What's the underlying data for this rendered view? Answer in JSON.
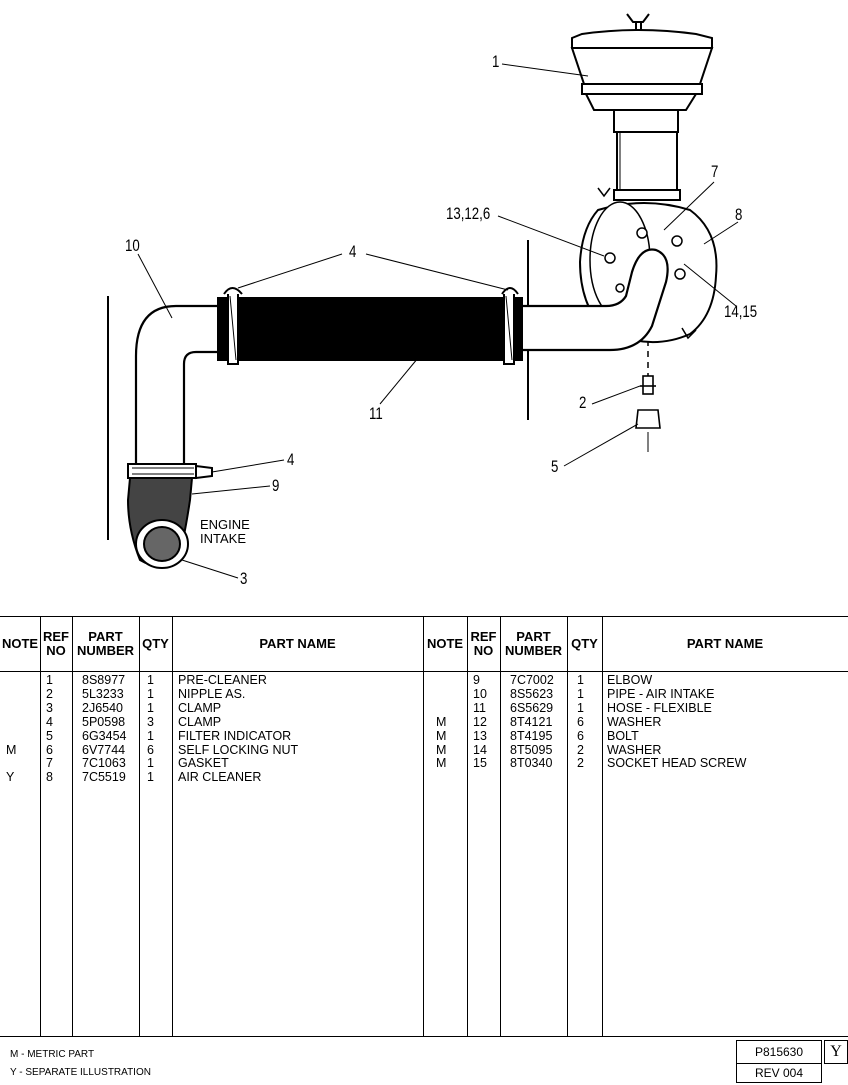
{
  "illustration": {
    "callouts": [
      "1",
      "7",
      "8",
      "13,12,6",
      "14,15",
      "10",
      "4",
      "11",
      "2",
      "5",
      "4",
      "9",
      "3"
    ],
    "engine_label": "ENGINE\nINTAKE"
  },
  "table": {
    "headers": {
      "note": "NOTE",
      "ref_no": "REF\nNO",
      "part_number": "PART\nNUMBER",
      "qty": "QTY",
      "part_name": "PART NAME"
    },
    "left": {
      "note": [
        "",
        "",
        "",
        "",
        "",
        "M",
        "",
        "Y"
      ],
      "ref": [
        "1",
        "2",
        "3",
        "4",
        "5",
        "6",
        "7",
        "8"
      ],
      "part_number": [
        "8S8977",
        "5L3233",
        "2J6540",
        "5P0598",
        "6G3454",
        "6V7744",
        "7C1063",
        "7C5519"
      ],
      "qty": [
        "1",
        "1",
        "1",
        "3",
        "1",
        "6",
        "1",
        "1"
      ],
      "name": [
        "PRE-CLEANER",
        "NIPPLE AS.",
        "CLAMP",
        "CLAMP",
        "FILTER INDICATOR",
        "SELF LOCKING NUT",
        "GASKET",
        "AIR CLEANER"
      ]
    },
    "right": {
      "note": [
        "",
        "",
        "",
        "M",
        "M",
        "M",
        "M"
      ],
      "ref": [
        "9",
        "10",
        "11",
        "12",
        "13",
        "14",
        "15"
      ],
      "part_number": [
        "7C7002",
        "8S5623",
        "6S5629",
        "8T4121",
        "8T4195",
        "8T5095",
        "8T0340"
      ],
      "qty": [
        "1",
        "1",
        "1",
        "6",
        "6",
        "2",
        "2"
      ],
      "name": [
        "ELBOW",
        "PIPE - AIR INTAKE",
        "HOSE - FLEXIBLE",
        "WASHER",
        "BOLT",
        "WASHER",
        "SOCKET HEAD SCREW"
      ]
    }
  },
  "legend": {
    "metric": "M - METRIC PART",
    "separate": "Y - SEPARATE ILLUSTRATION"
  },
  "plate": {
    "number": "P815630",
    "code": "Y",
    "revision": "REV 004"
  }
}
